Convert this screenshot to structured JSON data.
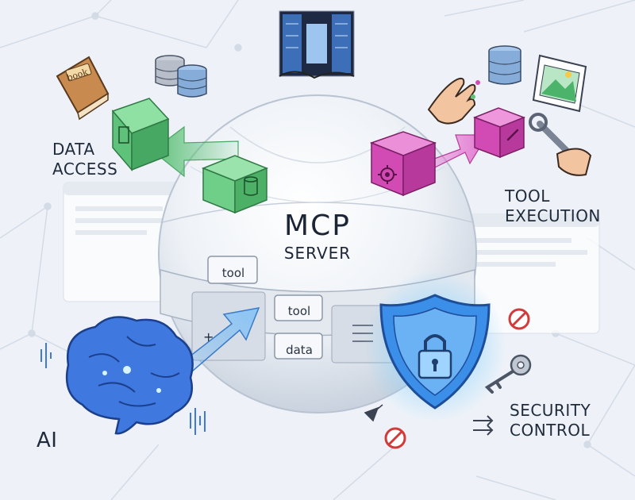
{
  "diagram": {
    "center": {
      "title": "MCP",
      "subtitle": "SERVER"
    },
    "labels": {
      "data_access": [
        "DATA",
        "ACCESS"
      ],
      "tool_execution": [
        "TOOL",
        "EXECUTION"
      ],
      "security_control": [
        "SECURITY",
        "CONTROL"
      ],
      "ai": "AI"
    },
    "chips": {
      "tool_1": "tool",
      "tool_2": "tool",
      "data": "data"
    },
    "book_text": "book",
    "icons": [
      "book-icon",
      "database-icon",
      "server-rack-photo",
      "hand-icon",
      "image-card-icon",
      "wrench-icon",
      "gear-icon",
      "shield-lock-icon",
      "key-icon",
      "prohibited-icon",
      "brain-icon"
    ],
    "colors": {
      "green_cube": "#5fc27a",
      "magenta_cube": "#d24bb4",
      "blue_shield": "#3b8fe8",
      "brain": "#3f79e0",
      "background": "#eef2f8"
    }
  }
}
